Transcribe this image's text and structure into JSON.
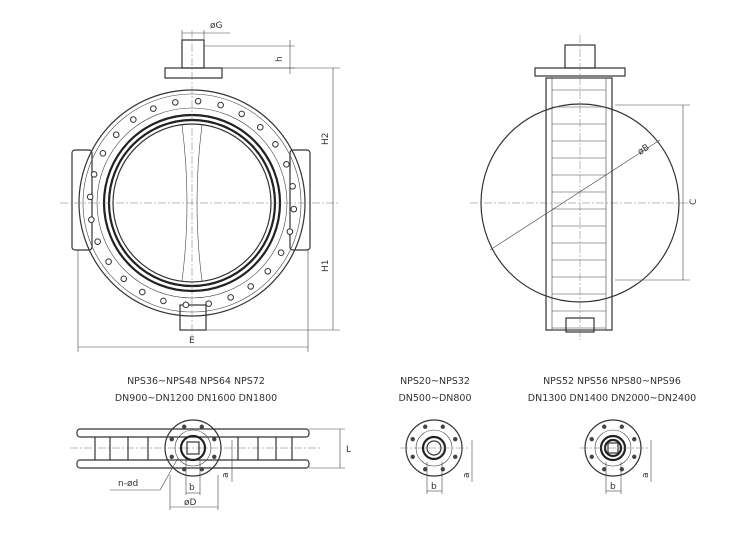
{
  "dimensions": {
    "stem_diameter": "øG",
    "stem_height": "h",
    "upper_height": "H2",
    "lower_height": "H1",
    "overall_width": "E",
    "disc_diameter": "øB",
    "disc_chord": "C",
    "face_length": "L",
    "bolt_holes": "n-ød",
    "flange_diameter": "øD",
    "key_width": "b",
    "key_depth": "a"
  },
  "variants": [
    {
      "line1": "NPS36~NPS48 NPS64 NPS72",
      "line2": "DN900~DN1200 DN1600 DN1800"
    },
    {
      "line1": "NPS20~NPS32",
      "line2": "DN500~DN800"
    },
    {
      "line1": "NPS52 NPS56 NPS80~NPS96",
      "line2": "DN1300 DN1400 DN2000~DN2400"
    }
  ]
}
